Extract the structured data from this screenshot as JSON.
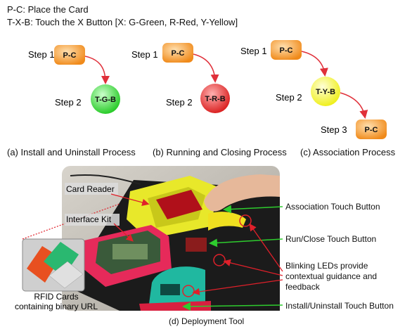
{
  "legend": {
    "line1": "P-C: Place the Card",
    "line2": "T-X-B: Touch the X Button [X: G-Green, R-Red, Y-Yellow]"
  },
  "panels": [
    {
      "steps": [
        {
          "label": "Step 1",
          "node": "P-C",
          "color": "#f6a43a"
        },
        {
          "label": "Step 2",
          "node": "T-G-B",
          "color": "#35d635"
        }
      ],
      "caption": "(a) Install and Uninstall Process"
    },
    {
      "steps": [
        {
          "label": "Step 1",
          "node": "P-C",
          "color": "#f6a43a"
        },
        {
          "label": "Step 2",
          "node": "T-R-B",
          "color": "#e02020"
        }
      ],
      "caption": "(b) Running and Closing Process"
    },
    {
      "steps": [
        {
          "label": "Step 1",
          "node": "P-C",
          "color": "#f6a43a"
        },
        {
          "label": "Step 2",
          "node": "T-Y-B",
          "color": "#f2f224"
        },
        {
          "label": "Step 3",
          "node": "P-C",
          "color": "#f6a43a"
        }
      ],
      "caption": "(c) Association Process"
    }
  ],
  "photo": {
    "labels": {
      "card_reader": "Card Reader",
      "interface_kit": "Interface Kit",
      "rfid_line1": "RFID Cards",
      "rfid_line2": "containing binary URL"
    },
    "annotations": {
      "association": "Association Touch Button",
      "run_close": "Run/Close Touch Button",
      "blinking_line1": "Blinking LEDs provide",
      "blinking_line2": "contextual guidance and",
      "blinking_line3": "feedback",
      "install": "Install/Uninstall Touch Button"
    },
    "caption": "(d) Deployment Tool"
  },
  "colors": {
    "arrow": "#e0303a",
    "green_line": "#2ecc2e",
    "red_line": "#e0202a"
  }
}
